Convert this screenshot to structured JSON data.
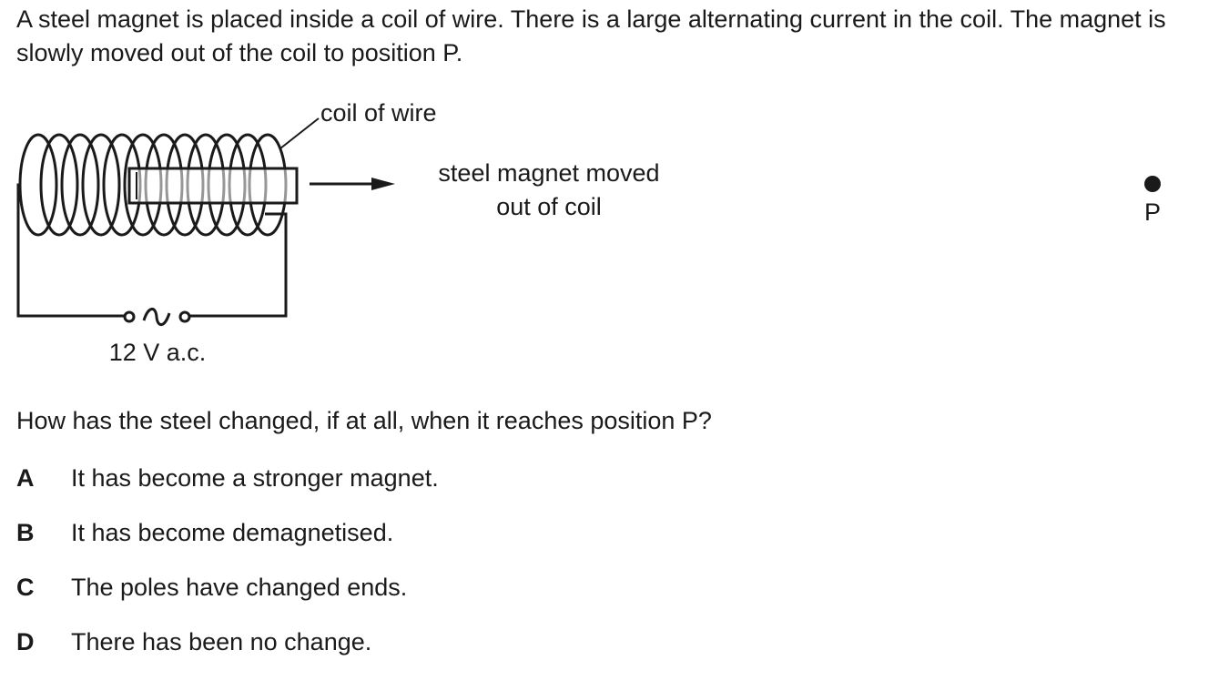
{
  "intro": "A steel magnet is placed inside a coil of wire. There is a large alternating current in the coil. The magnet is slowly moved out of the coil to position P.",
  "diagram": {
    "coil_label": "coil of wire",
    "motion_label_line1": "steel magnet moved",
    "motion_label_line2": "out of coil",
    "position_label": "P",
    "supply_label": "12 V a.c."
  },
  "question": "How has the steel changed, if at all, when it reaches position P?",
  "options": [
    {
      "letter": "A",
      "text": "It has become a stronger magnet."
    },
    {
      "letter": "B",
      "text": "It has become demagnetised."
    },
    {
      "letter": "C",
      "text": "The poles have changed ends."
    },
    {
      "letter": "D",
      "text": "There has been no change."
    }
  ]
}
